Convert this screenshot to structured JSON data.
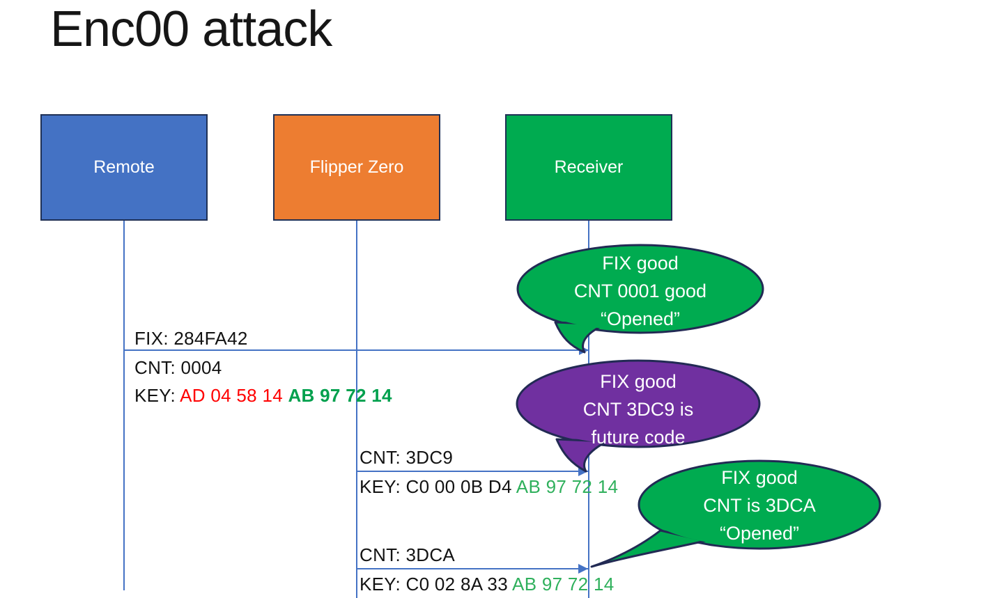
{
  "title": "Enc00 attack",
  "actors": [
    {
      "label": "Remote",
      "fill": "#4472C4"
    },
    {
      "label": "Flipper Zero",
      "fill": "#ED7D31"
    },
    {
      "label": "Receiver",
      "fill": "#00AB50"
    }
  ],
  "messages": [
    {
      "from": "Remote",
      "to": "Receiver",
      "fix": "FIX: 284FA42",
      "cnt": "CNT: 0004",
      "key_prefix": "KEY: ",
      "key_red": "AD 04 58 14 ",
      "key_green": "AB 97 72 14"
    },
    {
      "from": "Flipper Zero",
      "to": "Receiver",
      "cnt": "CNT: 3DC9",
      "key_prefix": "KEY: C0 00 0B D4 ",
      "key_green": "AB 97 72 14"
    },
    {
      "from": "Flipper Zero",
      "to": "Receiver",
      "cnt": "CNT: 3DCA",
      "key_prefix": "KEY: C0 02 8A 33 ",
      "key_green": "AB 97 72 14"
    }
  ],
  "callouts": [
    {
      "fill": "#00AB50",
      "lines": [
        "FIX good",
        "CNT 0001 good",
        "“Opened”"
      ]
    },
    {
      "fill": "#7030A0",
      "lines": [
        "FIX good",
        "CNT 3DC9 is",
        "future code"
      ]
    },
    {
      "fill": "#00AB50",
      "lines": [
        "FIX good",
        "CNT is 3DCA",
        "“Opened”"
      ]
    }
  ],
  "colors": {
    "connector_blue": "#4472C4",
    "outline_navy": "#1F3055",
    "callout_outline": "#222A54",
    "key_red": "#FF0000",
    "key_green_bold": "#00A04D",
    "key_green": "#2FB05C"
  }
}
